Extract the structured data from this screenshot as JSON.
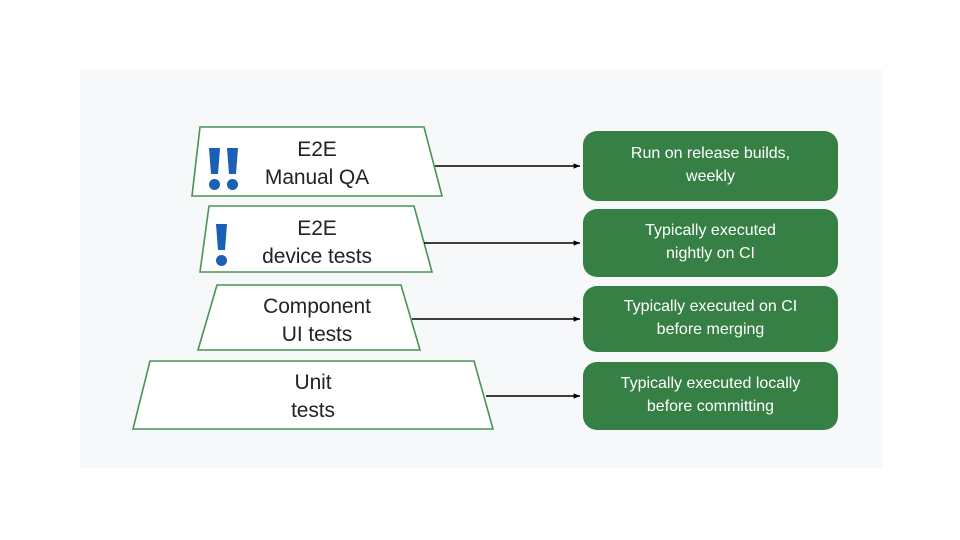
{
  "canvas": {
    "background_color": "#ffffff",
    "panel_color": "#f6f8fa"
  },
  "theme": {
    "pill_green": "#378045",
    "trapezoid_border_green": "#4a9355",
    "trapezoid_fill": "#ffffff",
    "badge_blue": "#1a5fb8",
    "text_dark": "#212327",
    "pill_text": "#ffffff",
    "arrow_color": "#000000"
  },
  "diagram": {
    "type": "test-pyramid",
    "levels": [
      {
        "id": "e2e-manual-qa",
        "label": "E2E\nManual QA",
        "badge": "double-exclamation",
        "badge_count": 2,
        "note": "Run on release builds,\nweekly"
      },
      {
        "id": "e2e-device-tests",
        "label": "E2E\ndevice tests",
        "badge": "single-exclamation",
        "badge_count": 1,
        "note": "Typically executed\nnightly on CI"
      },
      {
        "id": "component-ui-tests",
        "label": "Component\nUI tests",
        "badge": "none",
        "badge_count": 0,
        "note": "Typically executed on CI\nbefore merging"
      },
      {
        "id": "unit-tests",
        "label": "Unit\ntests",
        "badge": "none",
        "badge_count": 0,
        "note": "Typically executed locally\nbefore committing"
      }
    ]
  }
}
